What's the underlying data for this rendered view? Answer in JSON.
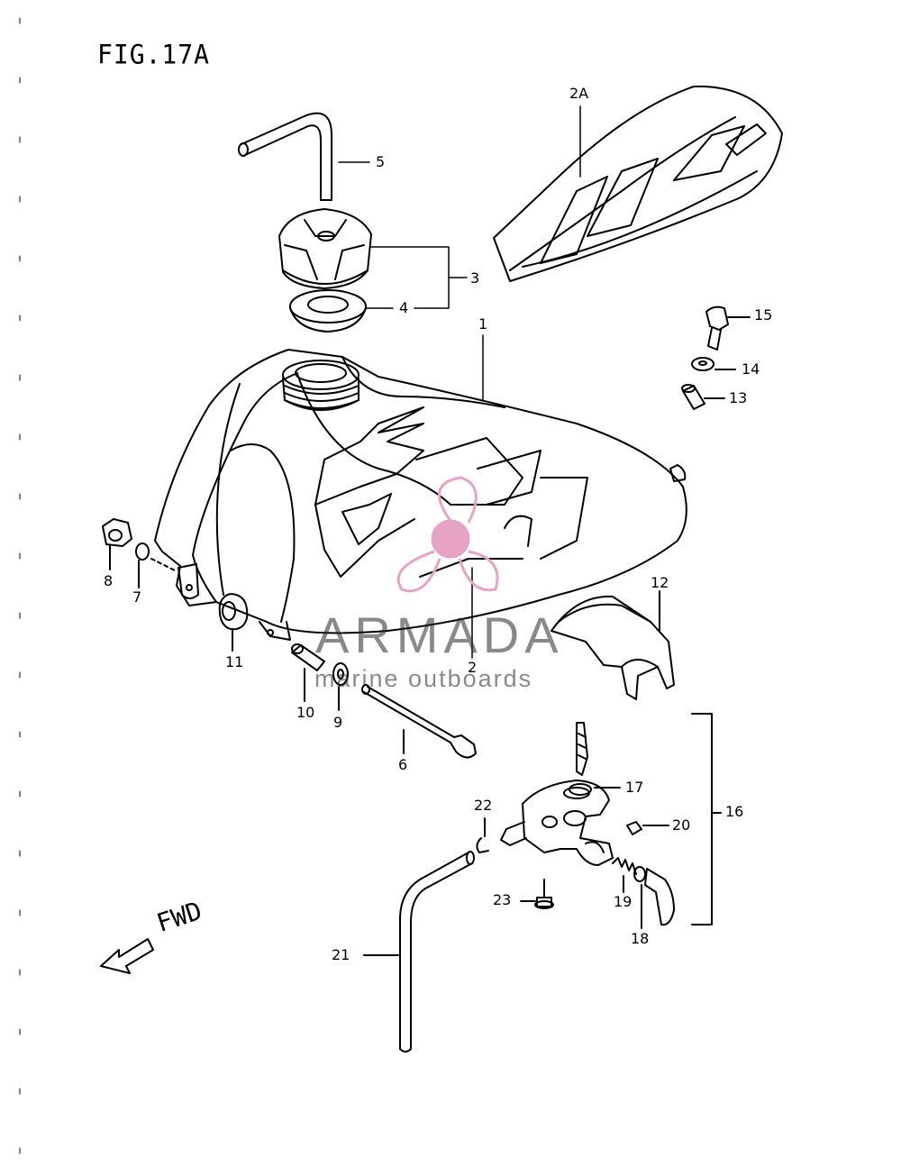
{
  "figure": {
    "title": "FIG.17A",
    "fwd_label": "FWD"
  },
  "watermark": {
    "brand": "ARMADA",
    "tagline": "marine outboards",
    "accent_color": "#e7a3c6"
  },
  "callouts": {
    "c1": "1",
    "c2": "2",
    "c2a": "2A",
    "c3": "3",
    "c4": "4",
    "c5": "5",
    "c6": "6",
    "c7": "7",
    "c8": "8",
    "c9": "9",
    "c10": "10",
    "c11": "11",
    "c12": "12",
    "c13": "13",
    "c14": "14",
    "c15": "15",
    "c16": "16",
    "c17": "17",
    "c18": "18",
    "c19": "19",
    "c20": "20",
    "c21": "21",
    "c22": "22",
    "c23": "23"
  }
}
